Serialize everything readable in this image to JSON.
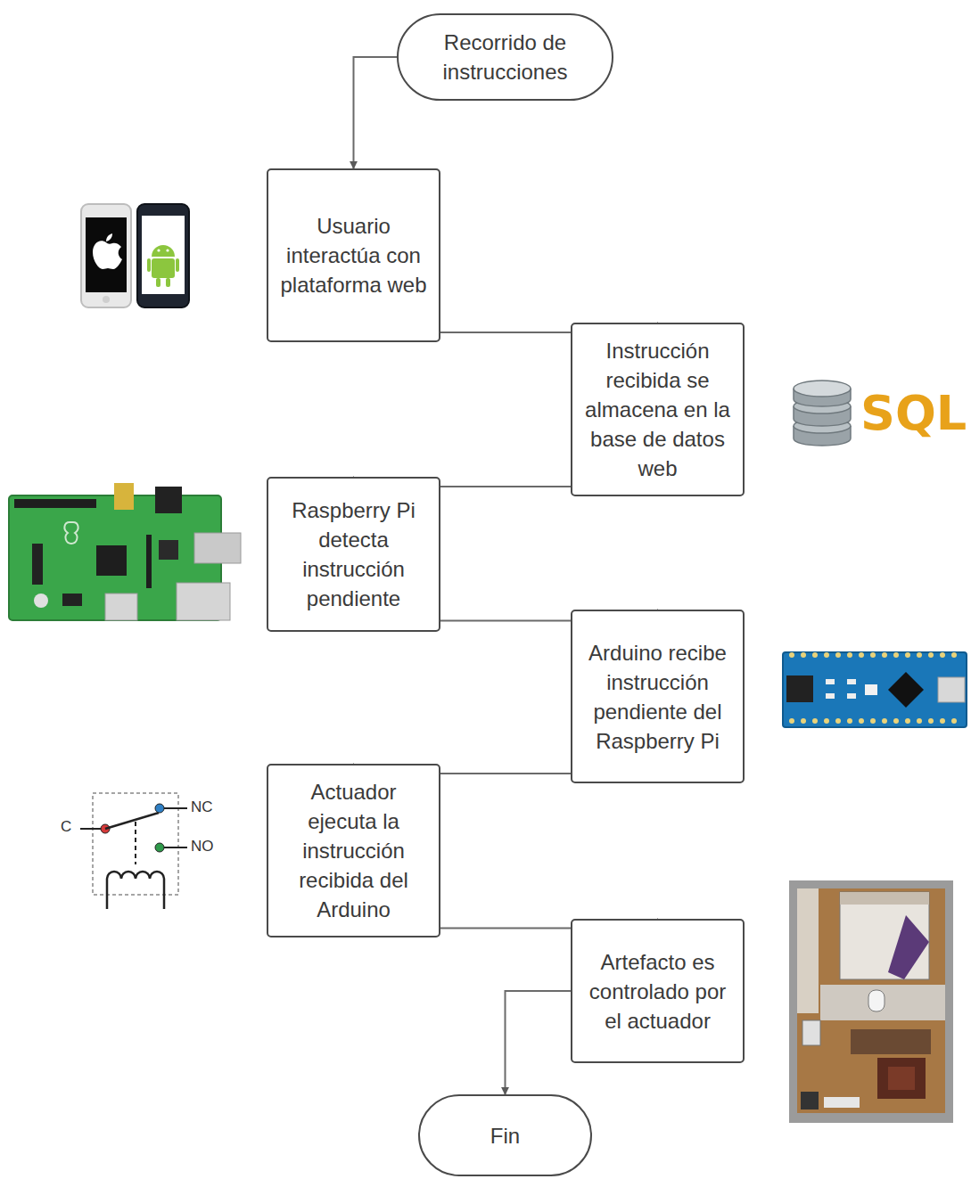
{
  "diagram": {
    "title": "Recorrido de instrucciones",
    "nodes": [
      {
        "text": [
          "Recorrido de instrucciones"
        ]
      },
      {
        "text": [
          "Usuario interactúa con plataforma web"
        ]
      },
      {
        "text": [
          "Instrucción recibida se almacena en la base de datos web"
        ]
      },
      {
        "text": [
          "Raspberry Pi detecta instrucción pendiente"
        ]
      },
      {
        "text": [
          "Arduino recibe instrucción pendiente del Raspberry Pi"
        ]
      },
      {
        "text": [
          "Actuador ejecuta la instrucción recibida del Arduino"
        ]
      },
      {
        "text": [
          "Artefacto es controlado por el actuador"
        ]
      },
      {
        "text": [
          "Fin"
        ]
      }
    ],
    "edges": [
      {
        "from": 0,
        "to": 1,
        "arrow": "to"
      },
      {
        "from": 1,
        "to": 2,
        "arrow": "to"
      },
      {
        "from": 2,
        "to": 3,
        "arrow": "to"
      },
      {
        "from": 3,
        "to": 4,
        "arrow": "to"
      },
      {
        "from": 4,
        "to": 5,
        "arrow": "to"
      },
      {
        "from": 5,
        "to": 6,
        "arrow": "to"
      },
      {
        "from": 6,
        "to": 7,
        "arrow": "to"
      }
    ],
    "labels": [
      "SQL",
      "C",
      "NC",
      "NO"
    ]
  }
}
